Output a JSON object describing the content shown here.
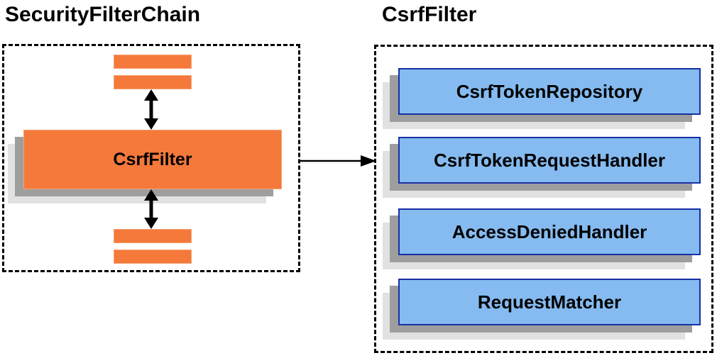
{
  "diagram": {
    "left_panel": {
      "title": "SecurityFilterChain",
      "filter_node_label": "CsrfFilter"
    },
    "right_panel": {
      "title": "CsrfFilter",
      "components": [
        "CsrfTokenRepository",
        "CsrfTokenRequestHandler",
        "AccessDeniedHandler",
        "RequestMatcher"
      ]
    },
    "colors": {
      "orange_fill": "#F4793B",
      "orange_border": "#F5A273",
      "blue_fill": "#85BBF0",
      "blue_border": "#1A2FA3",
      "shadow_dark": "#9E9E9E",
      "shadow_light": "#E1E1E1",
      "arrow_color": "#000000",
      "dashed_color": "#000000",
      "text_color": "#000000"
    }
  }
}
